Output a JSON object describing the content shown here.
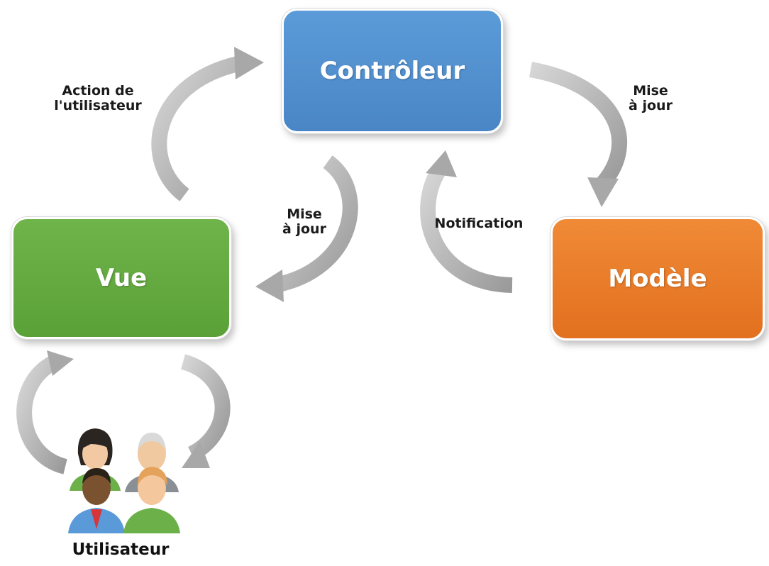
{
  "nodes": {
    "controleur": "Contrôleur",
    "vue": "Vue",
    "modele": "Modèle"
  },
  "edges": {
    "vue_to_controleur": {
      "line1": "Action de",
      "line2": "l'utilisateur"
    },
    "controleur_to_modele": {
      "line1": "Mise",
      "line2": "à jour"
    },
    "controleur_to_vue": {
      "line1": "Mise",
      "line2": "à jour"
    },
    "modele_to_controleur": {
      "line1": "Notification"
    }
  },
  "user": {
    "label": "Utilisateur"
  },
  "colors": {
    "controleur": "#5b9bd8",
    "vue": "#6fb44a",
    "modele": "#f08a36",
    "arrow": "#b3b3b3"
  }
}
